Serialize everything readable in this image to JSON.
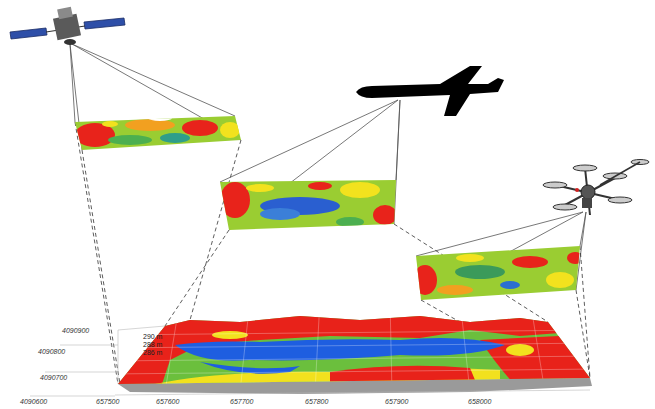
{
  "diagram": {
    "labels": [
      "290 m",
      "288 m",
      "286 m",
      "4090900",
      "4090800",
      "4090700",
      "4090600",
      "657500",
      "657600",
      "657700",
      "657800",
      "657900",
      "658000"
    ]
  }
}
